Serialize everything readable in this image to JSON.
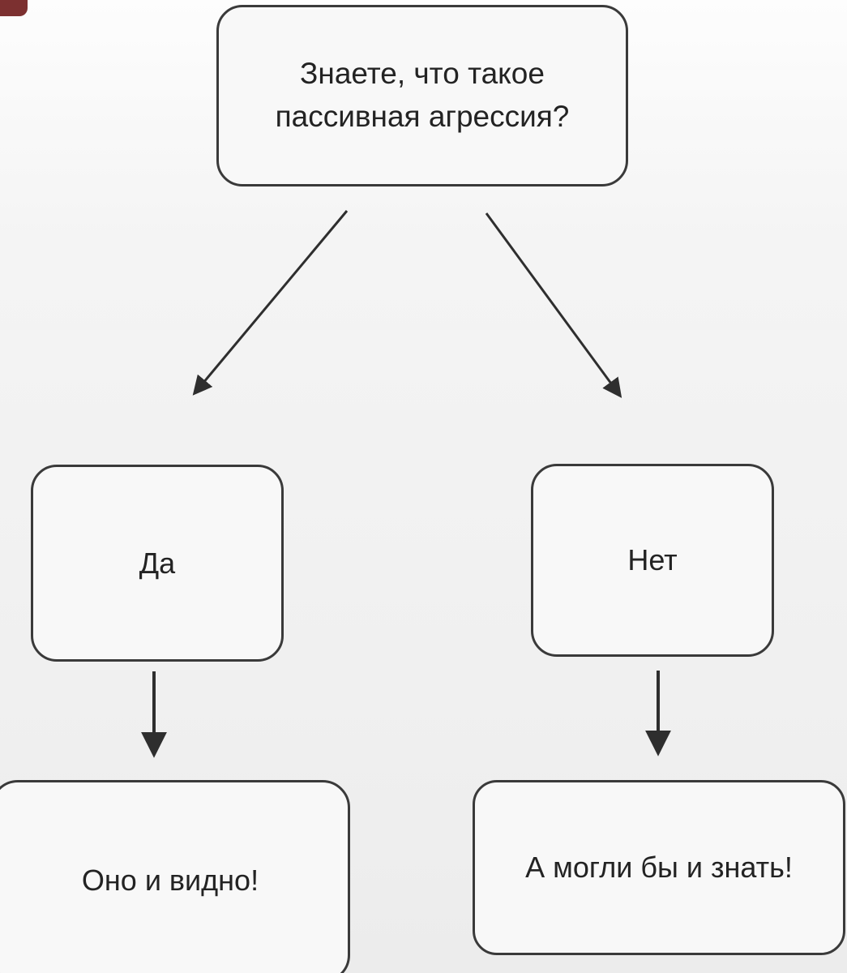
{
  "diagram": {
    "title_hint": "passive-aggression-flowchart",
    "nodes": {
      "question": {
        "label": "Знаете, что такое пассивная агрессия?"
      },
      "yes": {
        "label": "Да"
      },
      "no": {
        "label": "Нет"
      },
      "yes_result": {
        "label": "Оно и видно!"
      },
      "no_result": {
        "label": "А могли бы и знать!"
      }
    },
    "edges": [
      {
        "from": "question",
        "to": "yes"
      },
      {
        "from": "question",
        "to": "no"
      },
      {
        "from": "yes",
        "to": "yes_result"
      },
      {
        "from": "no",
        "to": "no_result"
      }
    ],
    "colors": {
      "border": "#3a3a3a",
      "arrow": "#2e2e2e",
      "text": "#232323",
      "background": "#f1f1f1",
      "corner_artifact": "#6e1a1a"
    }
  }
}
